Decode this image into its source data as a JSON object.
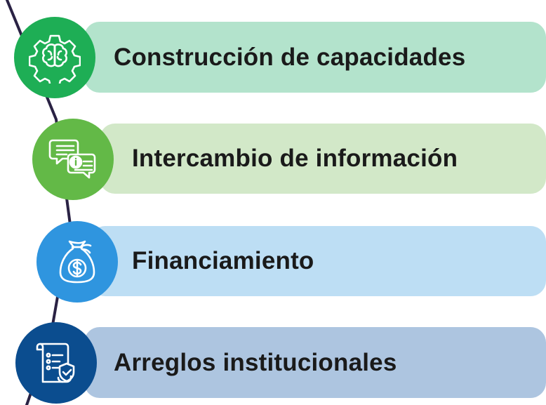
{
  "items": [
    {
      "label": "Construcción de capacidades",
      "icon": "brain-gear-icon",
      "color": "#1eae55",
      "bar_color": "#b3e3cc"
    },
    {
      "label": "Intercambio de información",
      "icon": "chat-info-icon",
      "color": "#63b947",
      "bar_color": "#d2e8c8"
    },
    {
      "label": "Financiamiento",
      "icon": "money-bag-icon",
      "color": "#2f95df",
      "bar_color": "#bddef4"
    },
    {
      "label": "Arreglos institucionales",
      "icon": "document-shield-icon",
      "color": "#0b4d8f",
      "bar_color": "#adc5e0"
    }
  ]
}
